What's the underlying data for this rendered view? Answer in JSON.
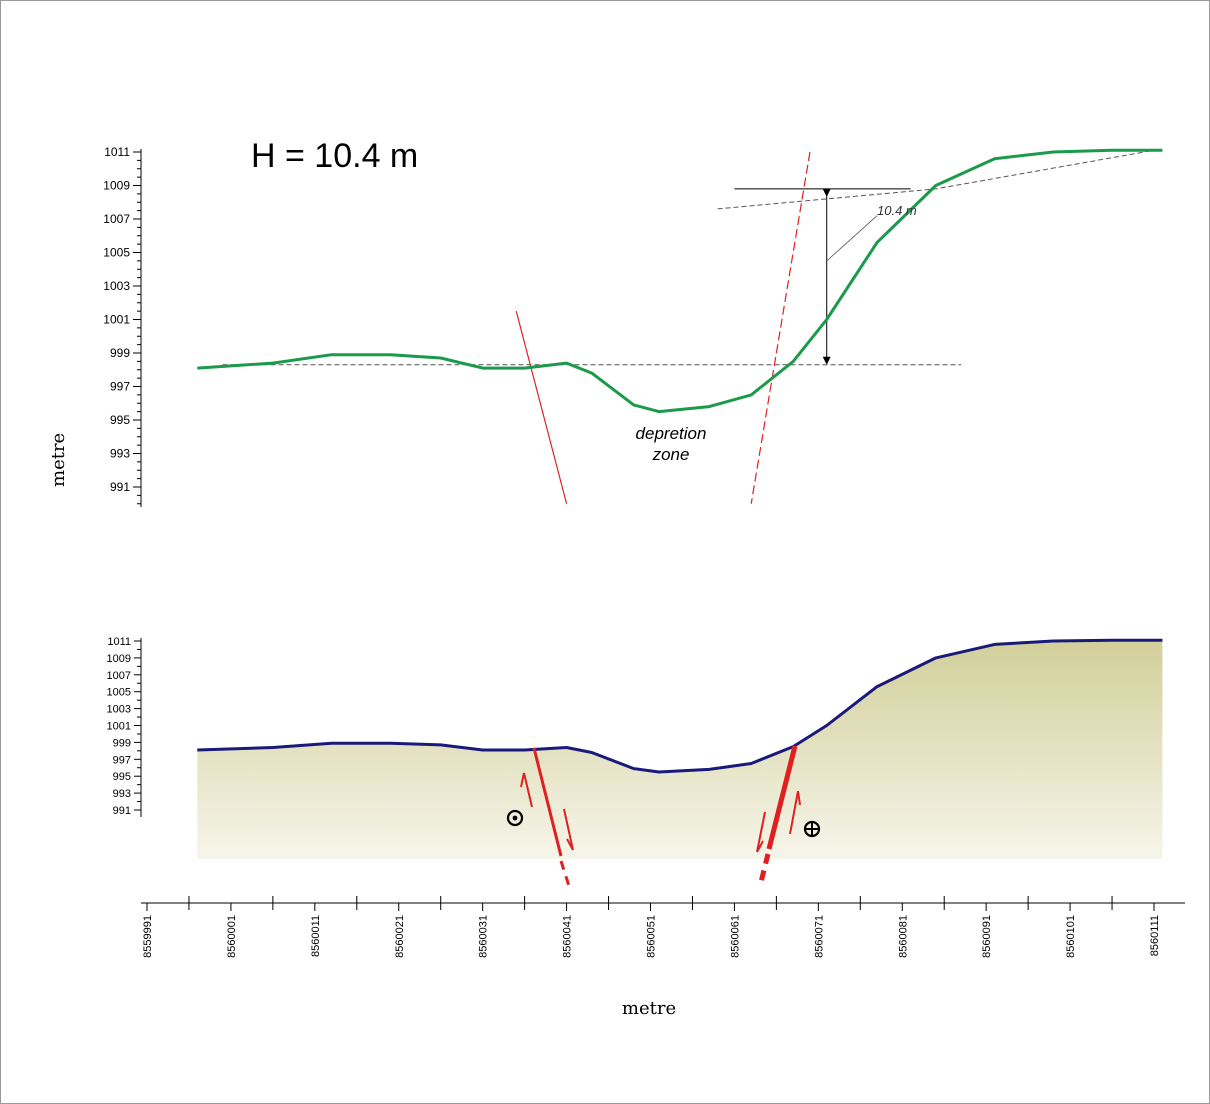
{
  "colors": {
    "profile_line": "#1a9a4a",
    "fault_line": "#e02020",
    "surface_line": "#1a1a7a",
    "fill_top": "#d2cf9a",
    "fill_bottom": "#f6f5ea"
  },
  "title": "H = 10.4 m",
  "ylabel": "metre",
  "xlabel": "metre",
  "annotations": {
    "depression_line1": "depretion",
    "depression_line2": "zone",
    "throw_label": "10.4 m"
  },
  "icons": {
    "out_of_page": "circle-dot-icon",
    "into_page": "circle-cross-icon"
  },
  "chart_data": [
    {
      "type": "line",
      "title": "H = 10.4 m",
      "ylabel": "metre",
      "xlim": [
        8559991,
        8560111
      ],
      "ylim": [
        990,
        1011
      ],
      "yticks": [
        1011,
        1009,
        1007,
        1005,
        1003,
        1001,
        999,
        997,
        995,
        993,
        991
      ],
      "series": [
        {
          "x": [
            8559997,
            8560006,
            8560013,
            8560020,
            8560026,
            8560031,
            8560036,
            8560041,
            8560044,
            8560049,
            8560052,
            8560058,
            8560063,
            8560068,
            8560072,
            8560078,
            8560085,
            8560092,
            8560099,
            8560106,
            8560112
          ],
          "y": [
            998.1,
            998.4,
            998.9,
            998.9,
            998.7,
            998.1,
            998.1,
            998.4,
            997.8,
            995.9,
            995.5,
            995.8,
            996.5,
            998.5,
            1001.0,
            1005.6,
            1009.0,
            1010.6,
            1011.0,
            1011.1,
            1011.1
          ]
        }
      ],
      "reference_lines": [
        {
          "style": "dashed",
          "x": [
            8560000,
            8560088
          ],
          "y": [
            998.3,
            998.3
          ]
        },
        {
          "style": "dashed",
          "x": [
            8560059,
            8560085,
            8560111
          ],
          "y": [
            1007.6,
            1008.8,
            1011.1
          ]
        }
      ],
      "faults": [
        {
          "x": [
            8560035,
            8560041
          ],
          "y": [
            1001.5,
            990
          ]
        },
        {
          "x": [
            8560070,
            8560063
          ],
          "y": [
            1011,
            990
          ]
        }
      ],
      "throw_measurement": {
        "x": 8560072,
        "y_top": 1008.8,
        "y_bottom": 998.3,
        "label": "10.4 m"
      },
      "annotations": [
        "depretion",
        "zone",
        "10.4 m"
      ]
    },
    {
      "type": "area",
      "xlabel": "metre",
      "xlim": [
        8559991,
        8560111
      ],
      "ylim": [
        991,
        1011
      ],
      "xticks": [
        8559991,
        8560001,
        8560011,
        8560021,
        8560031,
        8560041,
        8560051,
        8560061,
        8560071,
        8560081,
        8560091,
        8560101,
        8560111
      ],
      "yticks": [
        1011,
        1009,
        1007,
        1005,
        1003,
        1001,
        999,
        997,
        995,
        993,
        991
      ],
      "series": [
        {
          "x": [
            8559997,
            8560006,
            8560013,
            8560020,
            8560026,
            8560031,
            8560036,
            8560041,
            8560044,
            8560049,
            8560052,
            8560058,
            8560063,
            8560068,
            8560072,
            8560078,
            8560085,
            8560092,
            8560099,
            8560106,
            8560112
          ],
          "y": [
            998.1,
            998.4,
            998.9,
            998.9,
            998.7,
            998.1,
            998.1,
            998.4,
            997.8,
            995.9,
            995.5,
            995.8,
            996.5,
            998.5,
            1001.0,
            1005.6,
            1009.0,
            1010.6,
            1011.0,
            1011.1,
            1011.1
          ]
        }
      ]
    }
  ]
}
